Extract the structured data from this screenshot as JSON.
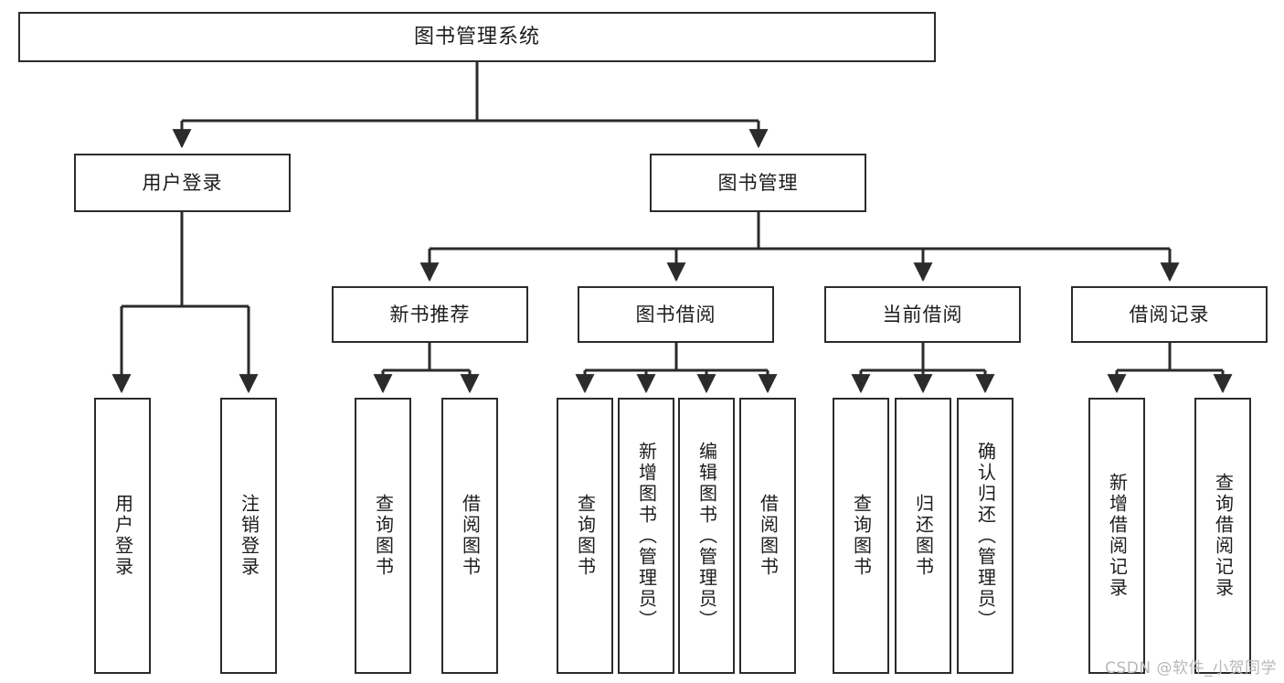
{
  "diagram": {
    "title": "图书管理系统",
    "type": "tree",
    "watermark": "CSDN @软件_小贺同学",
    "colors": {
      "box_border": "#2b2b2b",
      "box_fill": "#ffffff",
      "edge": "#2b2b2b",
      "text": "#1c1c1c",
      "watermark": "#b8b8b8"
    },
    "nodes": [
      {
        "id": "root",
        "label": "图书管理系统",
        "level": 0,
        "orientation": "horizontal"
      },
      {
        "id": "login",
        "label": "用户登录",
        "level": 1,
        "orientation": "horizontal"
      },
      {
        "id": "bookmgmt",
        "label": "图书管理",
        "level": 1,
        "orientation": "horizontal"
      },
      {
        "id": "newbook",
        "label": "新书推荐",
        "level": 2,
        "orientation": "horizontal"
      },
      {
        "id": "borrowbook",
        "label": "图书借阅",
        "level": 2,
        "orientation": "horizontal"
      },
      {
        "id": "current",
        "label": "当前借阅",
        "level": 2,
        "orientation": "horizontal"
      },
      {
        "id": "records",
        "label": "借阅记录",
        "level": 2,
        "orientation": "horizontal"
      },
      {
        "id": "l1",
        "label": "用户登录",
        "level": 3,
        "orientation": "vertical",
        "parent": "login"
      },
      {
        "id": "l2",
        "label": "注销登录",
        "level": 3,
        "orientation": "vertical",
        "parent": "login"
      },
      {
        "id": "l3",
        "label": "查询图书",
        "level": 3,
        "orientation": "vertical",
        "parent": "newbook"
      },
      {
        "id": "l4",
        "label": "借阅图书",
        "level": 3,
        "orientation": "vertical",
        "parent": "newbook"
      },
      {
        "id": "l5",
        "label": "查询图书",
        "level": 3,
        "orientation": "vertical",
        "parent": "borrowbook"
      },
      {
        "id": "l6",
        "label": "新增图书（管理员）",
        "level": 3,
        "orientation": "vertical",
        "parent": "borrowbook"
      },
      {
        "id": "l7",
        "label": "编辑图书（管理员）",
        "level": 3,
        "orientation": "vertical",
        "parent": "borrowbook"
      },
      {
        "id": "l8",
        "label": "借阅图书",
        "level": 3,
        "orientation": "vertical",
        "parent": "borrowbook"
      },
      {
        "id": "l9",
        "label": "查询图书",
        "level": 3,
        "orientation": "vertical",
        "parent": "current"
      },
      {
        "id": "l10",
        "label": "归还图书",
        "level": 3,
        "orientation": "vertical",
        "parent": "current"
      },
      {
        "id": "l11",
        "label": "确认归还（管理员）",
        "level": 3,
        "orientation": "vertical",
        "parent": "current"
      },
      {
        "id": "l12",
        "label": "新增借阅记录",
        "level": 3,
        "orientation": "vertical",
        "parent": "records"
      },
      {
        "id": "l13",
        "label": "查询借阅记录",
        "level": 3,
        "orientation": "vertical",
        "parent": "records"
      }
    ],
    "edges": [
      {
        "from": "root",
        "to": "login"
      },
      {
        "from": "root",
        "to": "bookmgmt"
      },
      {
        "from": "bookmgmt",
        "to": "newbook"
      },
      {
        "from": "bookmgmt",
        "to": "borrowbook"
      },
      {
        "from": "bookmgmt",
        "to": "current"
      },
      {
        "from": "bookmgmt",
        "to": "records"
      },
      {
        "from": "login",
        "to": "l1"
      },
      {
        "from": "login",
        "to": "l2"
      },
      {
        "from": "newbook",
        "to": "l3"
      },
      {
        "from": "newbook",
        "to": "l4"
      },
      {
        "from": "borrowbook",
        "to": "l5"
      },
      {
        "from": "borrowbook",
        "to": "l6"
      },
      {
        "from": "borrowbook",
        "to": "l7"
      },
      {
        "from": "borrowbook",
        "to": "l8"
      },
      {
        "from": "current",
        "to": "l9"
      },
      {
        "from": "current",
        "to": "l10"
      },
      {
        "from": "current",
        "to": "l11"
      },
      {
        "from": "records",
        "to": "l12"
      },
      {
        "from": "records",
        "to": "l13"
      }
    ]
  }
}
